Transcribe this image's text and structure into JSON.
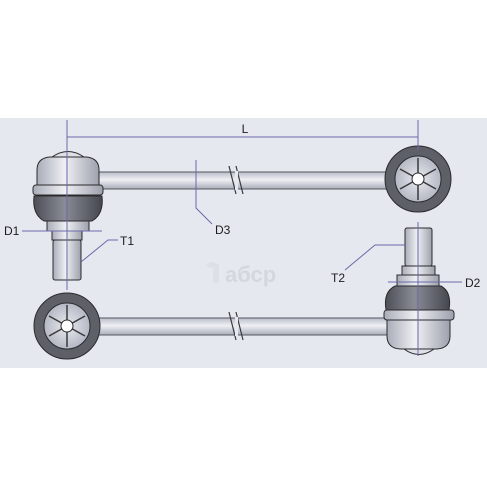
{
  "labels": {
    "length": "L",
    "d1": "D1",
    "d2": "D2",
    "d3": "D3",
    "t1": "T1",
    "t2": "T2"
  },
  "watermark": "aбсp",
  "colors": {
    "background_band": "#e6e8ef",
    "rod": "#cfd3dc",
    "dark_boot": "#64666e",
    "outline": "#2b2b2e",
    "dimension_line": "#6a6aa8"
  }
}
